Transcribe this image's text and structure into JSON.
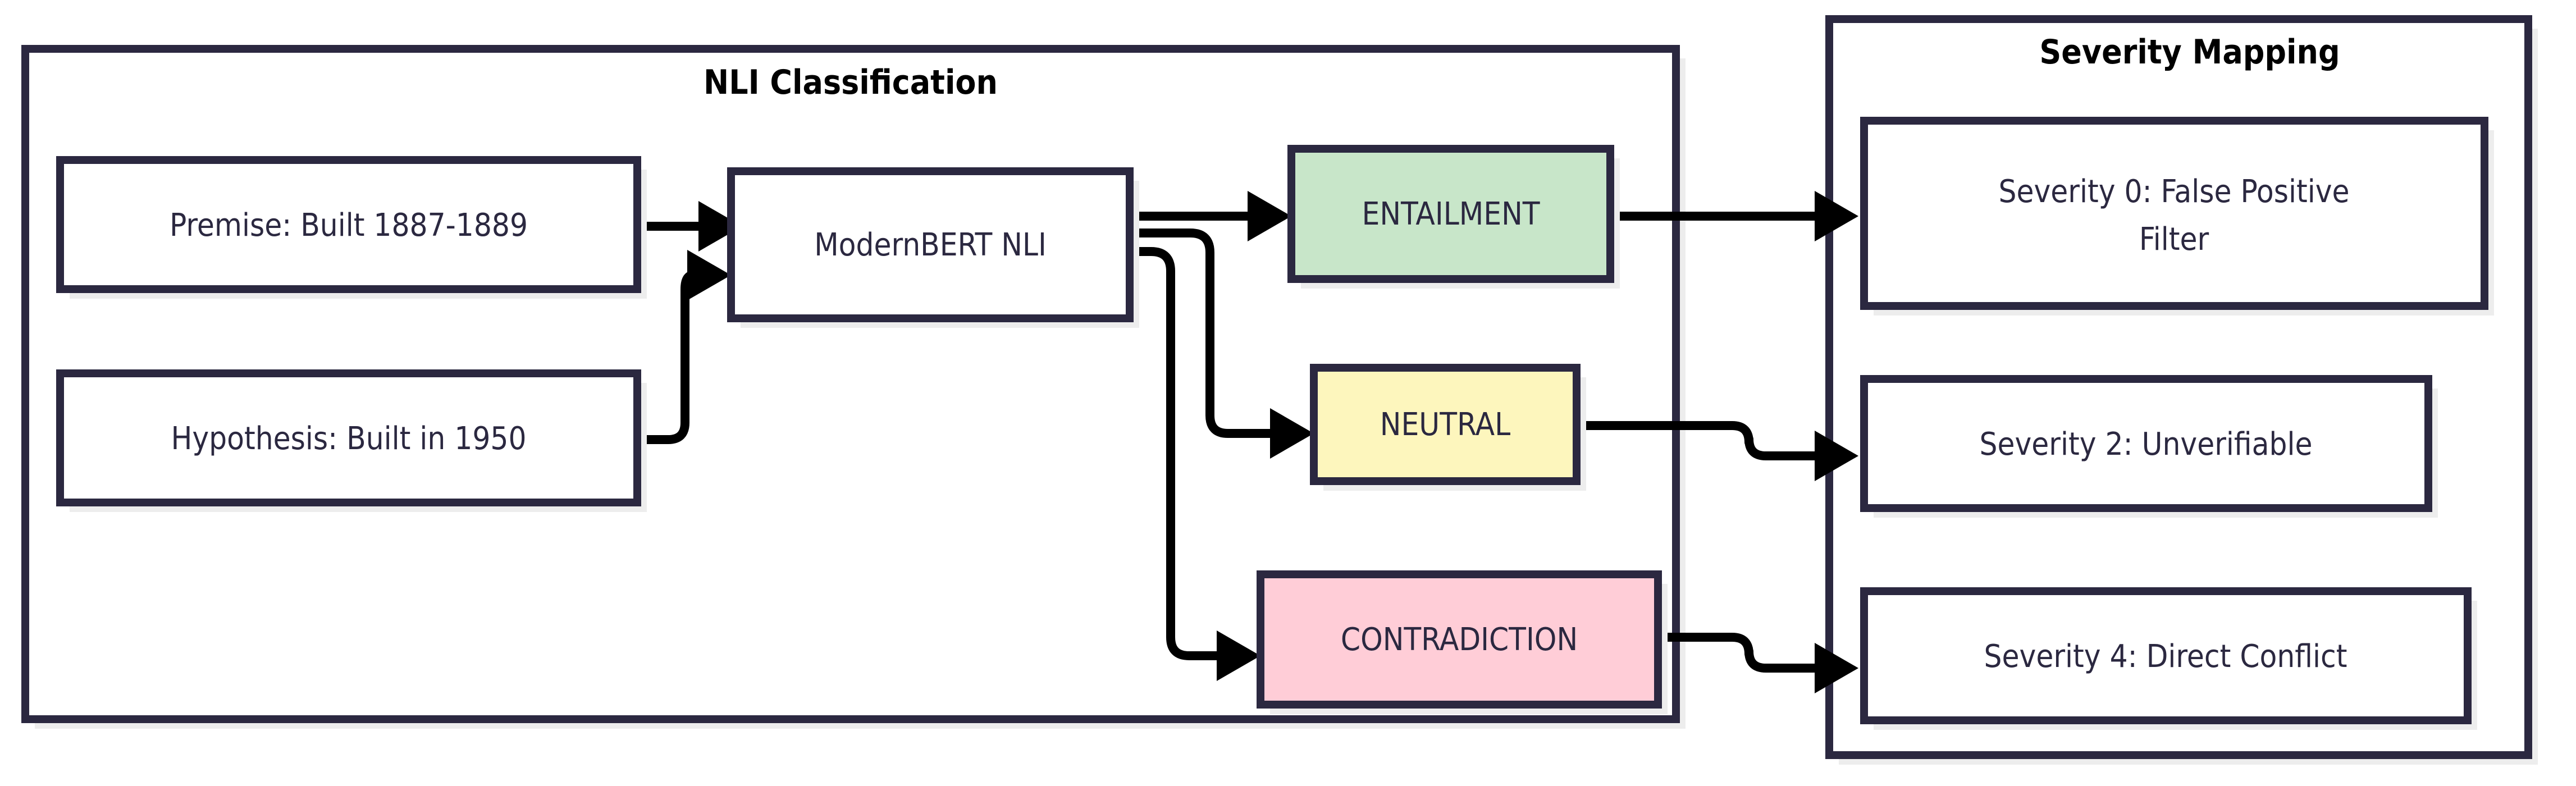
{
  "diagram": {
    "type": "flowchart",
    "direction": "left-to-right",
    "background": "#ffffff",
    "border_color": "#2b2840",
    "shadow_color": "#ededed",
    "edge_color": "#000000",
    "clusters": [
      {
        "id": "nli",
        "title": "NLI Classification",
        "title_color": "#000000"
      },
      {
        "id": "severity",
        "title": "Severity Mapping",
        "title_color": "#000000"
      }
    ],
    "nodes": [
      {
        "id": "premise",
        "label": "Premise: Built 1887-1889",
        "fill": "#ffffff",
        "cluster": "nli"
      },
      {
        "id": "hypothesis",
        "label": "Hypothesis: Built in 1950",
        "fill": "#ffffff",
        "cluster": "nli"
      },
      {
        "id": "model",
        "label": "ModernBERT NLI",
        "fill": "#ffffff",
        "cluster": "nli"
      },
      {
        "id": "entailment",
        "label": "ENTAILMENT",
        "fill": "#c8e6c9",
        "cluster": "nli"
      },
      {
        "id": "neutral",
        "label": "NEUTRAL",
        "fill": "#fdf6bd",
        "cluster": "nli"
      },
      {
        "id": "contradiction",
        "label": "CONTRADICTION",
        "fill": "#ffcdd7",
        "cluster": "nli"
      },
      {
        "id": "sev0",
        "label_line1": "Severity 0: False Positive",
        "label_line2": "Filter",
        "fill": "#ffffff",
        "cluster": "severity"
      },
      {
        "id": "sev2",
        "label": "Severity 2: Unverifiable",
        "fill": "#ffffff",
        "cluster": "severity"
      },
      {
        "id": "sev4",
        "label": "Severity 4: Direct Conflict",
        "fill": "#ffffff",
        "cluster": "severity"
      }
    ],
    "edges": [
      {
        "from": "premise",
        "to": "model"
      },
      {
        "from": "hypothesis",
        "to": "model"
      },
      {
        "from": "model",
        "to": "entailment"
      },
      {
        "from": "model",
        "to": "neutral"
      },
      {
        "from": "model",
        "to": "contradiction"
      },
      {
        "from": "entailment",
        "to": "sev0"
      },
      {
        "from": "neutral",
        "to": "sev2"
      },
      {
        "from": "contradiction",
        "to": "sev4"
      }
    ]
  }
}
